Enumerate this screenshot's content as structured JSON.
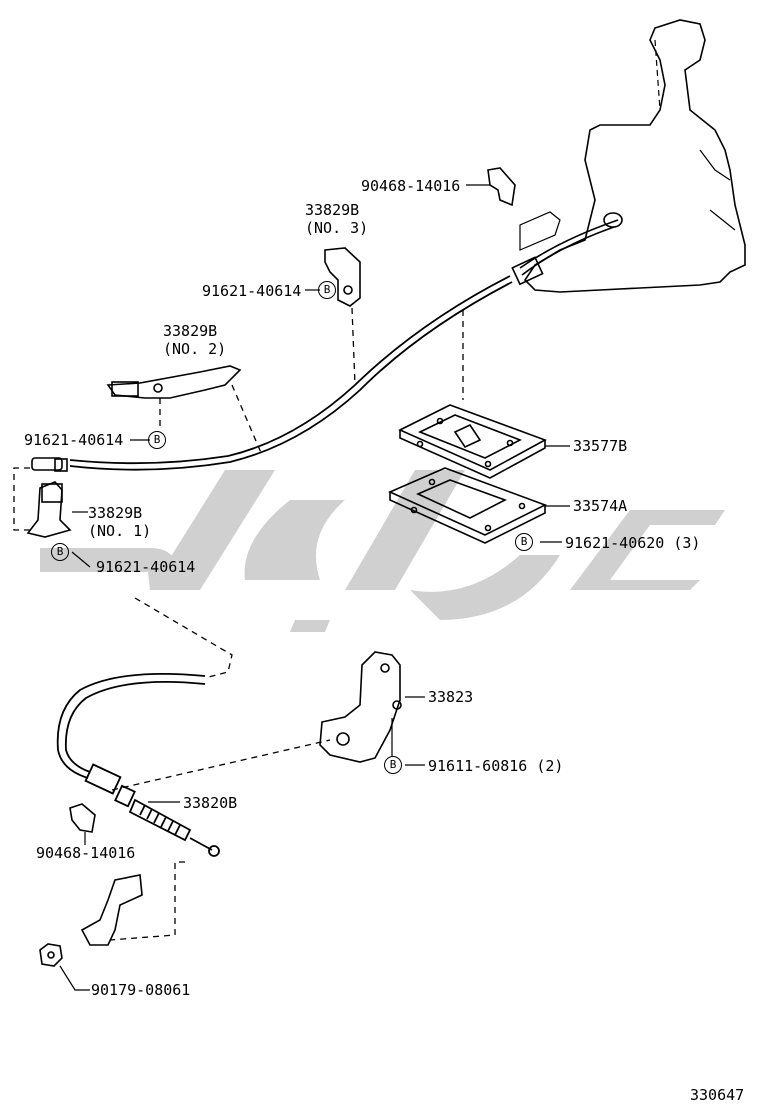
{
  "parts": {
    "p1": "90468-14016",
    "p2": "33829B",
    "p2_sub": "(NO. 3)",
    "p3": "91621-40614",
    "p4": "33829B",
    "p4_sub": "(NO. 2)",
    "p5": "91621-40614",
    "p6": "33577B",
    "p7": "33574A",
    "p8": "33829B",
    "p8_sub": "(NO. 1)",
    "p9": "91621-40614",
    "p10": "91621-40620 (3)",
    "p11": "33823",
    "p12": "91611-60816 (2)",
    "p13": "33820B",
    "p14": "90468-14016",
    "p15": "90179-08061"
  },
  "bolt_marker": "B",
  "diagram_number": "330647",
  "colors": {
    "line": "#000000",
    "watermark": "#c8c8c8",
    "background": "#ffffff"
  }
}
